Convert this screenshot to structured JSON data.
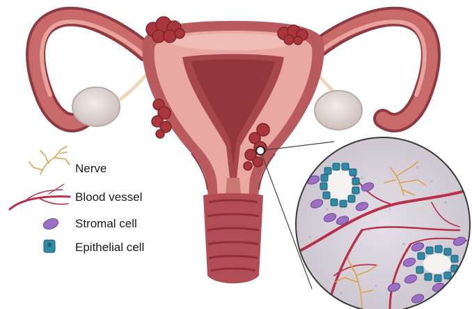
{
  "legend": [
    {
      "label": "Nerve",
      "icon": "nerve-icon"
    },
    {
      "label": "Blood vessel",
      "icon": "blood-vessel-icon"
    },
    {
      "label": "Stromal cell",
      "icon": "stromal-cell-icon"
    },
    {
      "label": "Epithelial cell",
      "icon": "epithelial-cell-icon"
    }
  ],
  "colors": {
    "uterus_wall": "#b85a5e",
    "uterus_inner": "#e9a9a2",
    "cavity": "#a8474b",
    "lesion": "#a8363c",
    "ovary": "#e6dcd8",
    "nerve": "#e0a24a",
    "vessel": "#b8304a",
    "stromal_cell": "#9b6fc4",
    "epithelial_cell": "#2e8aa6",
    "tissue_bg": "#d9d4dc"
  }
}
